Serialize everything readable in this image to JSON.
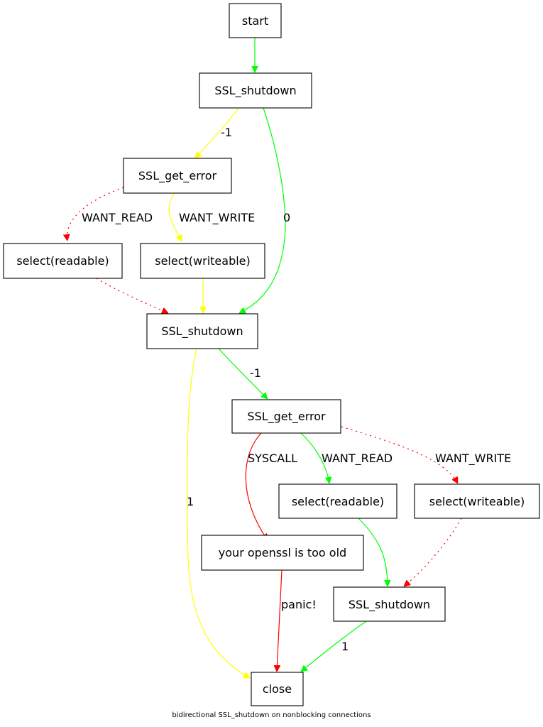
{
  "colors": {
    "green": "#00ff00",
    "yellow": "#ffff00",
    "red": "#ff0000"
  },
  "nodes": {
    "start": "start",
    "shutdown_1": "SSL_shutdown",
    "get_error_1": "SSL_get_error",
    "select_readable_1": "select(readable)",
    "select_writeable_1": "select(writeable)",
    "shutdown_2": "SSL_shutdown",
    "get_error_2": "SSL_get_error",
    "select_readable_2": "select(readable)",
    "select_writeable_2": "select(writeable)",
    "openssl_old": "your openssl is too old",
    "shutdown_3": "SSL_shutdown",
    "close": "close"
  },
  "edge_labels": {
    "shutdown1_to_geterror1": "-1",
    "shutdown1_to_shutdown2": "0",
    "geterror1_to_readable1": "WANT_READ",
    "geterror1_to_writeable1": "WANT_WRITE",
    "shutdown2_to_geterror2": "-1",
    "shutdown2_to_close": "1",
    "geterror2_to_openssl": "SYSCALL",
    "geterror2_to_readable2": "WANT_READ",
    "geterror2_to_writeable2": "WANT_WRITE",
    "openssl_to_close": "panic!",
    "shutdown3_to_close": "1"
  },
  "caption": "bidirectional SSL_shutdown on nonblocking connections"
}
